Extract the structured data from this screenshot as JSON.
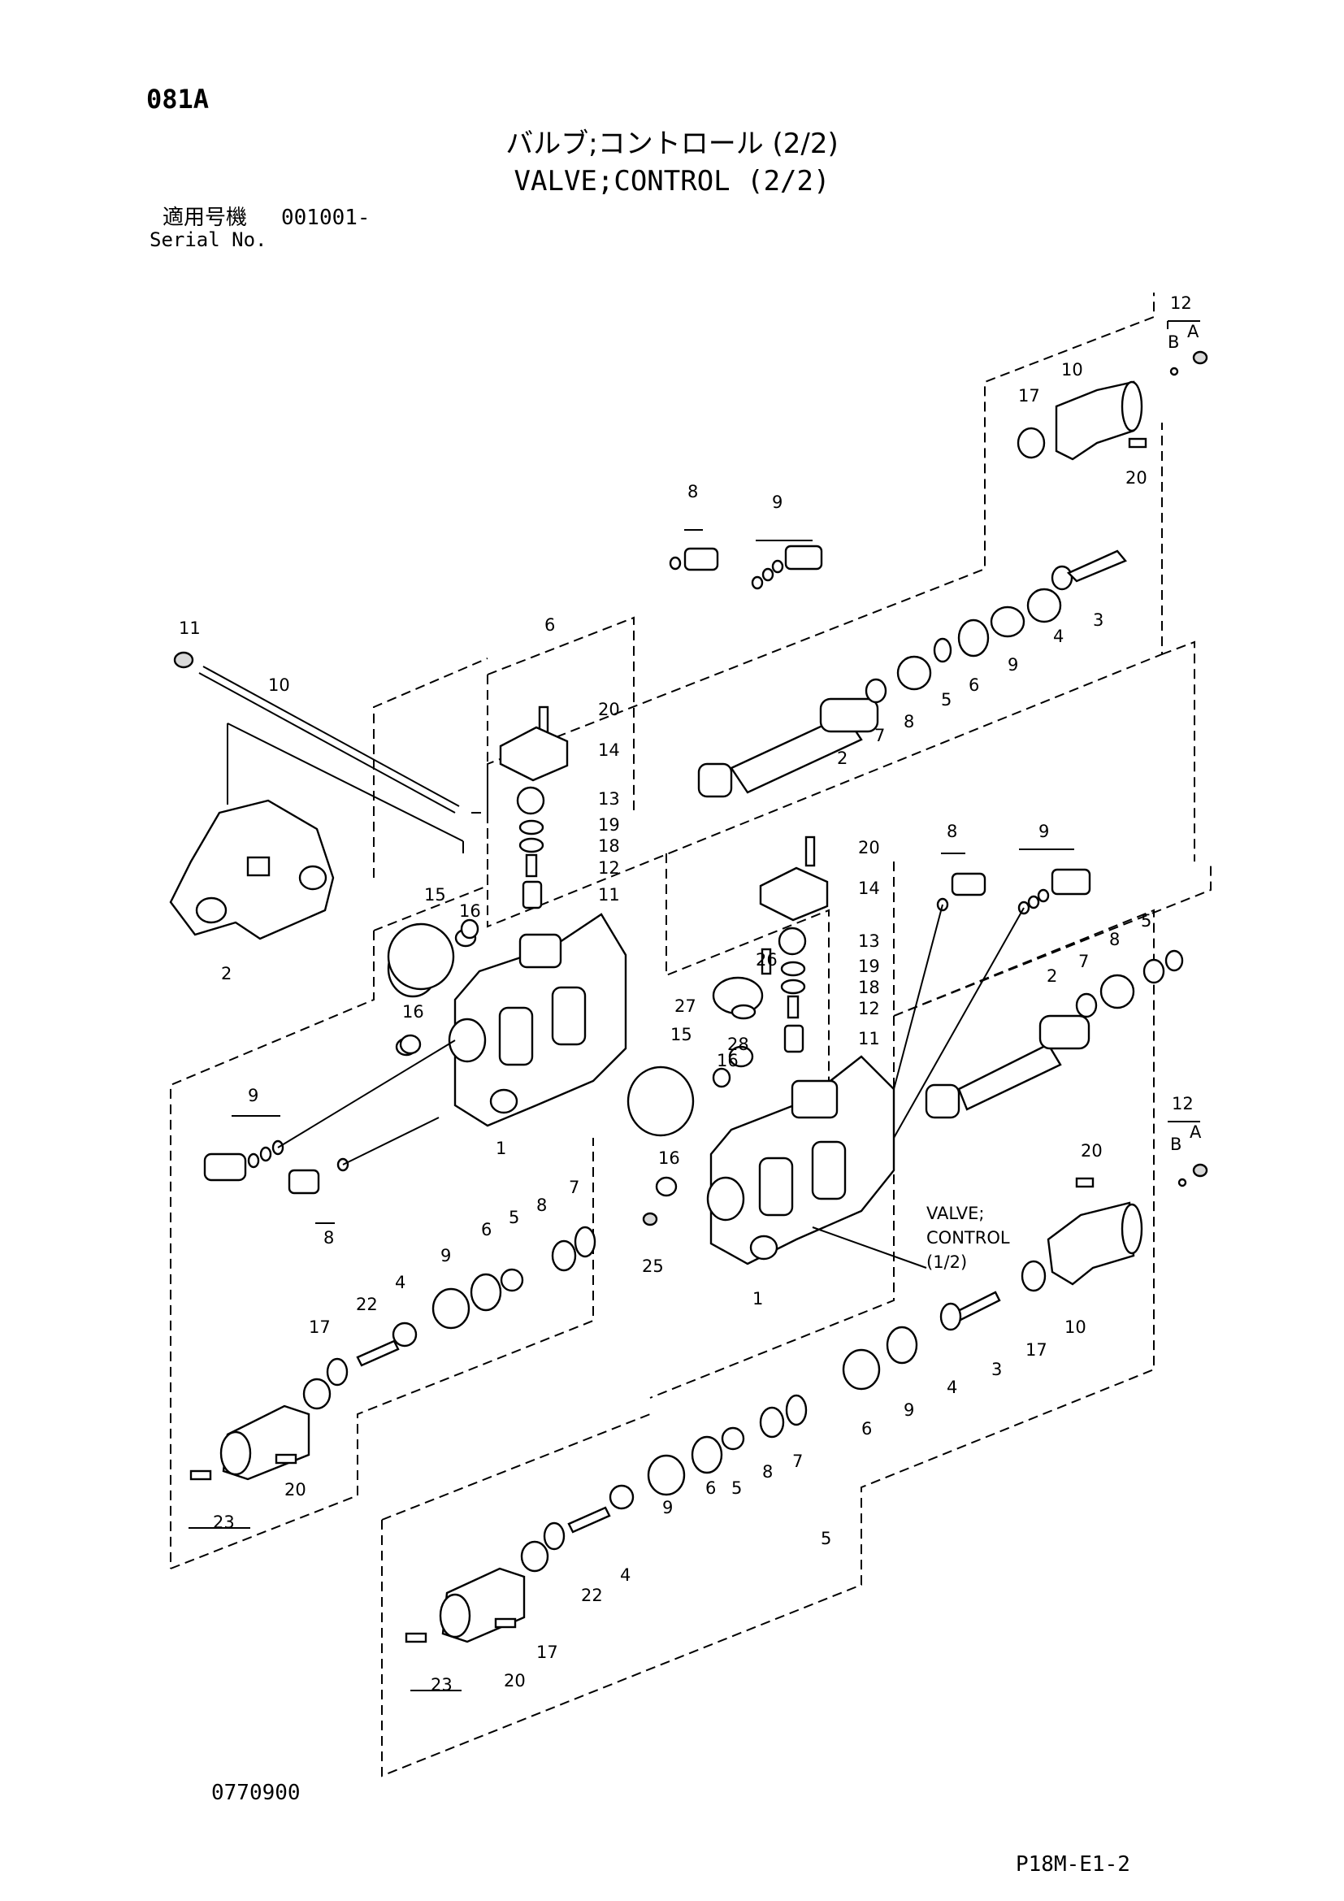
{
  "header": {
    "page_code": "081A",
    "title_jp": "バルブ;コントロール (2/2)",
    "title_en": "VALVE;CONTROL (2/2)",
    "serial_label_jp": "適用号機",
    "serial_value": "001001-",
    "serial_label_en": "Serial No."
  },
  "callouts": {
    "c_11a": "11",
    "c_10a": "10",
    "c_2a": "2",
    "c_6a": "6",
    "c_20a": "20",
    "c_14a": "14",
    "c_13a": "13",
    "c_19a": "19",
    "c_18a": "18",
    "c_12a": "12",
    "c_11b": "11",
    "c_15a": "15",
    "c_16a": "16",
    "c_16b": "16",
    "c_1a": "1",
    "c_9a": "9",
    "c_8a": "8",
    "c_8b": "8",
    "c_9b": "9",
    "c_12b": "12",
    "c_Bb": "B",
    "c_Ab": "A",
    "c_10b": "10",
    "c_17b": "17",
    "c_20b": "20",
    "c_3b": "3",
    "c_4b": "4",
    "c_9c": "9",
    "c_6b": "6",
    "c_5b": "5",
    "c_8c": "8",
    "c_7b": "7",
    "c_2b": "2",
    "c_20c": "20",
    "c_14b": "14",
    "c_13b": "13",
    "c_19b": "19",
    "c_18b": "18",
    "c_12c": "12",
    "c_11c": "11",
    "c_26": "26",
    "c_27": "27",
    "c_28": "28",
    "c_15b": "15",
    "c_16c": "16",
    "c_16d": "16",
    "c_25": "25",
    "c_1b": "1",
    "c_8d": "8",
    "c_9d": "9",
    "c_2c": "2",
    "c_7c": "7",
    "c_8e": "8",
    "c_5c": "5",
    "c_12d": "12",
    "c_Bd": "B",
    "c_Ad": "A",
    "c_20d": "20",
    "c_10c": "10",
    "c_17c": "17",
    "c_3c": "3",
    "c_4c": "4",
    "c_9e": "9",
    "c_6c": "6",
    "c_9f": "9",
    "c_6d": "6",
    "c_5d": "5",
    "c_8f": "8",
    "c_7d": "7",
    "c_5e": "5",
    "c_22a": "22",
    "c_4d": "4",
    "c_9g": "9",
    "c_6e": "6",
    "c_5f": "5",
    "c_8g": "8",
    "c_7e": "7",
    "c_17a": "17",
    "c_23a": "23",
    "c_20e": "20",
    "c_22b": "22",
    "c_4e": "4",
    "c_17d": "17",
    "c_23b": "23",
    "c_20f": "20"
  },
  "reference_note": {
    "line1": "VALVE;",
    "line2": "CONTROL",
    "line3": "(1/2)"
  },
  "footer": {
    "drawing_no": "0770900",
    "sheet_code": "P18M-E1-2"
  }
}
